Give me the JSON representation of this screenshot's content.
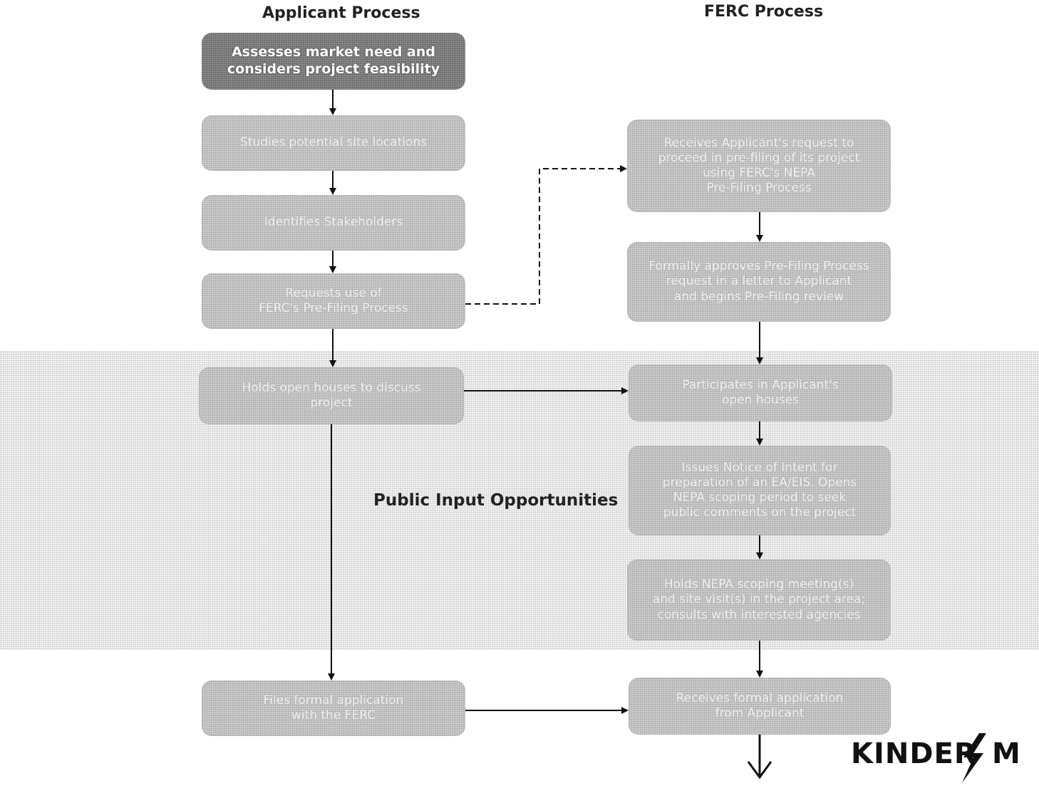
{
  "columns": {
    "applicant_title": "Applicant Process",
    "ferc_title": "FERC Process"
  },
  "public_input_label": "Public Input Opportunities",
  "applicant_steps": [
    "Assesses market need and\nconsiders project feasibility",
    "Studies potential site locations",
    "Identifies Stakeholders",
    "Requests use of\nFERC's Pre-Filing Process",
    "Holds open houses to discuss\nproject",
    "Files formal application\nwith the FERC"
  ],
  "ferc_steps": [
    "Receives Applicant's request to\nproceed in pre-filing of its project\nusing FERC's NEPA\nPre-Filing Process",
    "Formally approves Pre-Filing Process\nrequest in a letter to Applicant\nand begins Pre-Filing review",
    "Participates in Applicant's\nopen houses",
    "Issues Notice of Intent for\npreparation of an EA/EIS. Opens\nNEPA scoping period to seek\npublic comments on the project",
    "Holds NEPA scoping meeting(s)\nand site visit(s) in the project area;\nconsults with interested agencies",
    "Receives formal application\nfrom Applicant"
  ],
  "logo_text": "KINDER"
}
